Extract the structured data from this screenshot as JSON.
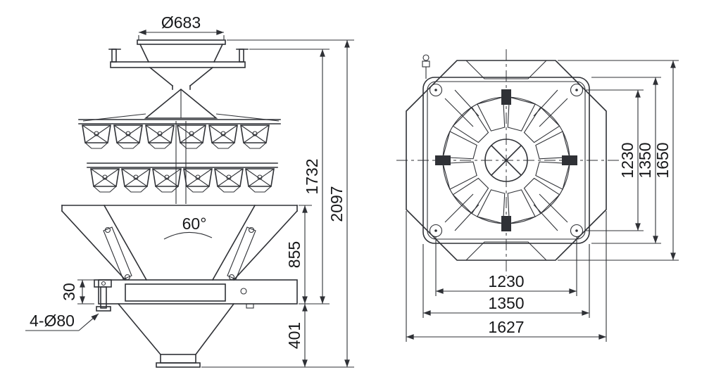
{
  "colors": {
    "line": "#2f3136",
    "background": "#ffffff",
    "text": "#17181a"
  },
  "front": {
    "dims": {
      "top_diameter": "Ø683",
      "cone_angle": "60°",
      "base_plate": "30",
      "mount_holes": "4-Ø80",
      "cone_section_height": "855",
      "discharge_height": "401",
      "frame_height": "1732",
      "overall_height": "2097"
    }
  },
  "plan": {
    "dims": {
      "vertical_inner": "1230",
      "vertical_middle": "1350",
      "vertical_outer": "1650",
      "horizontal_inner": "1230",
      "horizontal_middle": "1350",
      "horizontal_outer": "1627"
    }
  }
}
